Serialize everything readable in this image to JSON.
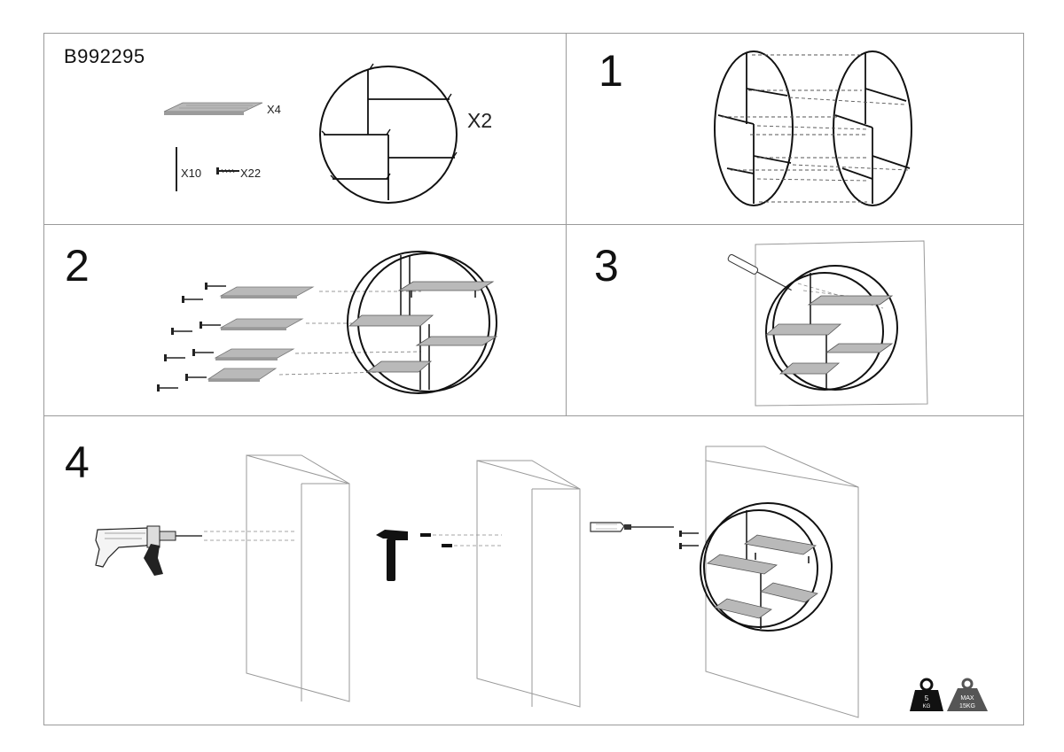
{
  "document": {
    "product_code": "B992295",
    "parts": {
      "shelf_qty": "X4",
      "anchor_qty": "X10",
      "screw_qty": "X22",
      "frame_qty": "X2"
    },
    "steps": [
      "1",
      "2",
      "3",
      "4"
    ],
    "weights": {
      "per_shelf_value": "5",
      "per_shelf_unit": "KG",
      "max_label": "MAX",
      "max_value": "15KG"
    }
  }
}
